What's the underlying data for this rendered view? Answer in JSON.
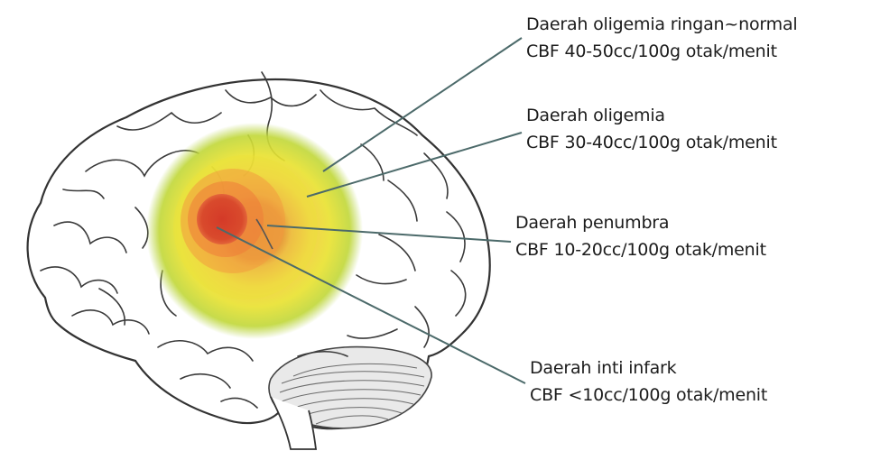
{
  "colors": {
    "core_infarct": "#d9442c",
    "penumbra": "#f0903c",
    "oligemia": "#e6d832",
    "mild_oligemia": "#b2cf38",
    "leader_line": "#4c6a6a",
    "outline": "#333333"
  },
  "labels": [
    {
      "title": "Daerah oligemia ringan~normal",
      "cbf": "CBF 40-50cc/100g otak/menit"
    },
    {
      "title": "Daerah oligemia",
      "cbf": "CBF 30-40cc/100g otak/menit"
    },
    {
      "title": "Daerah penumbra",
      "cbf": "CBF 10-20cc/100g otak/menit"
    },
    {
      "title": "Daerah inti infark",
      "cbf": "CBF <10cc/100g otak/menit"
    }
  ]
}
